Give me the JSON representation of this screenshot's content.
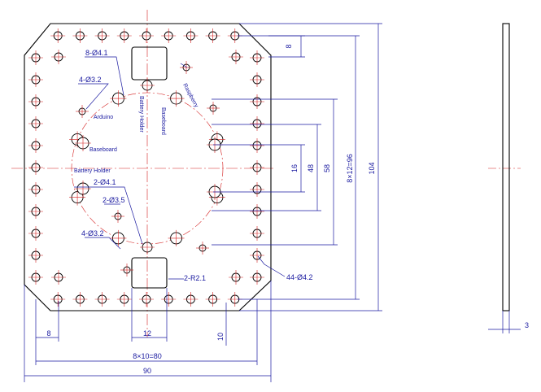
{
  "labels": {
    "holes_8_d41": "8-Ø4.1",
    "holes_4_d32_top": "4-Ø3.2",
    "arduino": "Arduino",
    "raspberry": "Raspberry",
    "battery_holder_v": "Battery Holder",
    "baseboard_v": "Baseboard",
    "baseboard_h": "Baseboard",
    "battery_holder_h": "Battery Holder",
    "holes_2_d41": "2-Ø4.1",
    "holes_2_d35": "2-Ø3.5",
    "holes_4_d32_bottom": "4-Ø3.2",
    "slots_2_r21": "2-R2.1",
    "holes_44_d42": "44-Ø4.2"
  },
  "dimensions": {
    "right_8": "8",
    "right_16": "16",
    "right_48": "48",
    "right_58": "58",
    "right_96": "8×12=96",
    "right_104": "104",
    "bottom_8": "8",
    "bottom_12": "12",
    "bottom_10": "10",
    "bottom_80": "8×10=80",
    "bottom_90": "90",
    "side_3": "3"
  }
}
